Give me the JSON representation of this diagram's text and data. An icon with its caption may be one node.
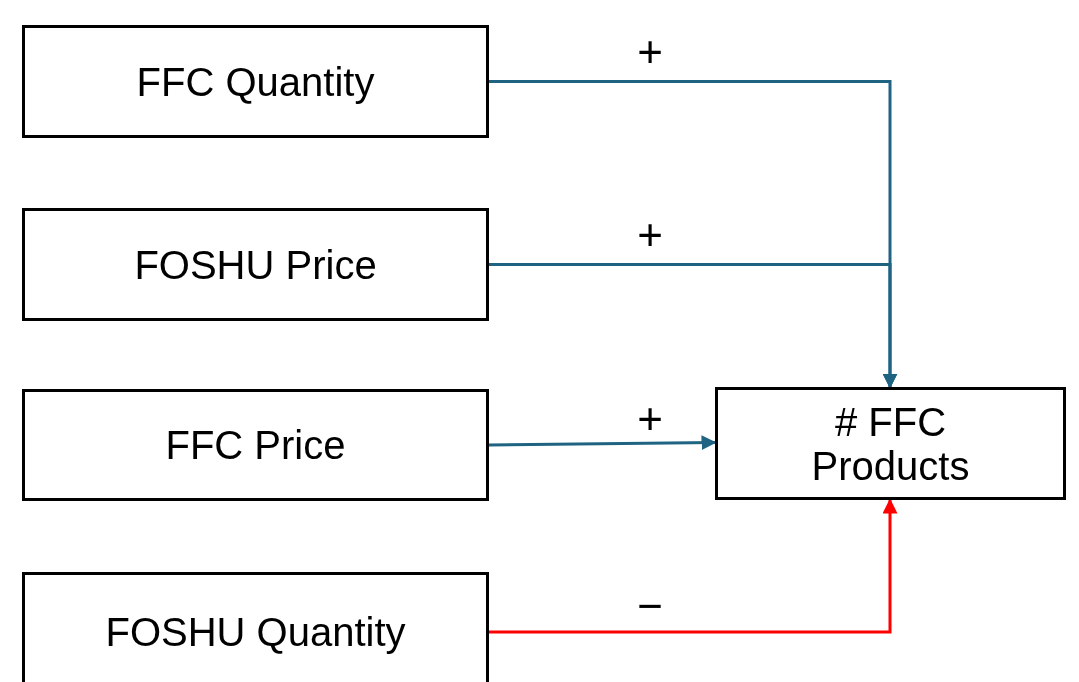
{
  "diagram": {
    "nodes": [
      {
        "text": [
          "FFC Quantity"
        ]
      },
      {
        "text": [
          "FOSHU Price"
        ]
      },
      {
        "text": [
          "FFC Price"
        ]
      },
      {
        "text": [
          "FOSHU Quantity"
        ]
      },
      {
        "text": [
          "# FFC Products"
        ]
      }
    ],
    "edges": [
      {
        "from": 0,
        "to": 4,
        "arrow": "to",
        "label": "+"
      },
      {
        "from": 1,
        "to": 4,
        "arrow": "to",
        "label": "+"
      },
      {
        "from": 2,
        "to": 4,
        "arrow": "to",
        "label": "+"
      },
      {
        "from": 3,
        "to": 4,
        "arrow": "to",
        "label": "−",
        "color": "#ff0000"
      }
    ]
  }
}
